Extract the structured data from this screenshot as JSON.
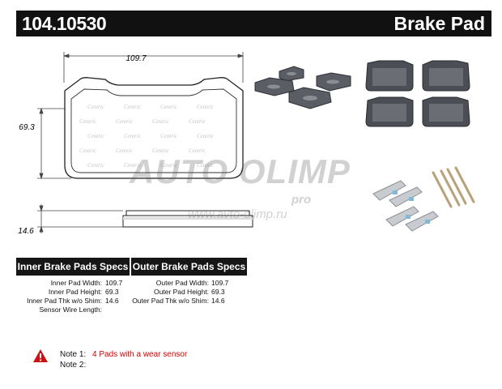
{
  "header": {
    "part_number": "104.10530",
    "title": "Brake Pad"
  },
  "drawing": {
    "width_label": "109.7",
    "height_label": "69.3",
    "thickness_label": "14.6"
  },
  "specs": {
    "inner_title": "Inner Brake Pads Specs",
    "outer_title": "Outer Brake Pads Specs",
    "inner_rows": [
      {
        "label": "Inner Pad Width:",
        "value": "109.7"
      },
      {
        "label": "Inner Pad Height:",
        "value": "69.3"
      },
      {
        "label": "Inner Pad Thk w/o Shim:",
        "value": "14.6"
      },
      {
        "label": "Sensor Wire Length:",
        "value": ""
      }
    ],
    "outer_rows": [
      {
        "label": "Outer Pad Width:",
        "value": "109.7"
      },
      {
        "label": "Outer Pad Height:",
        "value": "69.3"
      },
      {
        "label": "Outer Pad Thk w/o Shim:",
        "value": "14.6"
      }
    ]
  },
  "notes": {
    "note1_label": "Note 1:",
    "note1_value": "4 Pads with a wear sensor",
    "note2_label": "Note 2:",
    "note2_value": ""
  },
  "watermark": {
    "logo": "AUTO OLIMP",
    "pro": "pro",
    "url": "www.avto-olimp.ru"
  },
  "colors": {
    "header_bg": "#111111",
    "note_red": "#d40000",
    "warning_red": "#cc1111"
  },
  "icons": [
    "warning-triangle-icon"
  ]
}
